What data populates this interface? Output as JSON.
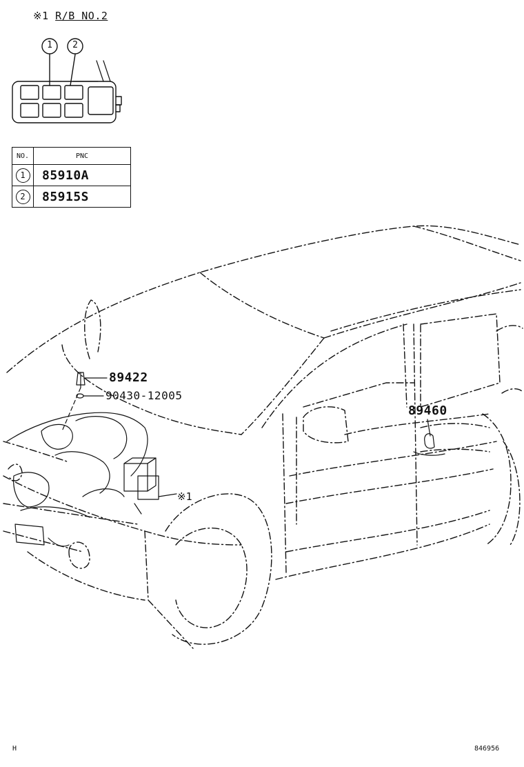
{
  "header": {
    "mark": "※1",
    "title": "R/B NO.2"
  },
  "relay_box": {
    "callouts": [
      "1",
      "2"
    ]
  },
  "pnc_table": {
    "headers": [
      "NO.",
      "PNC"
    ],
    "rows": [
      {
        "no": "1",
        "pnc": "85910A"
      },
      {
        "no": "2",
        "pnc": "85915S"
      }
    ]
  },
  "callouts": {
    "part_a": "89422",
    "part_b": "90430-12005",
    "part_c": "89460",
    "ref_mark": "※1"
  },
  "footer": {
    "left": "H",
    "right": "846956"
  }
}
